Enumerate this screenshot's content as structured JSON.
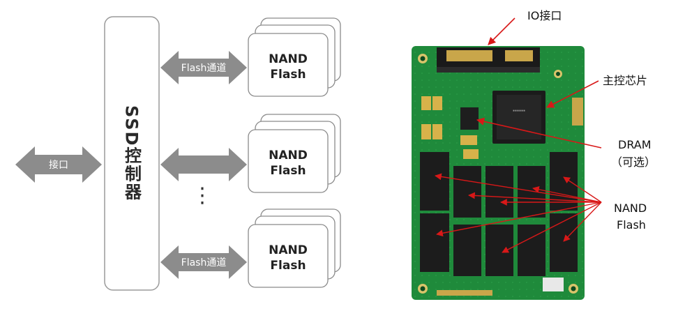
{
  "diagram": {
    "controller_label": "SSD控制器",
    "interface_label": "接口",
    "channel_label": "Flash通道",
    "ellipsis": "⋮",
    "nand_line1": "NAND",
    "nand_line2": "Flash"
  },
  "photo": {
    "labels": {
      "io": "IO接口",
      "main_chip": "主控芯片",
      "dram_1": "DRAM",
      "dram_2": "（可选）",
      "nand_1": "NAND",
      "nand_2": "Flash"
    }
  },
  "colors": {
    "arrow": "#8c8c8c",
    "pcb": "#1f8a3b",
    "annotation_arrow": "#d81818"
  }
}
